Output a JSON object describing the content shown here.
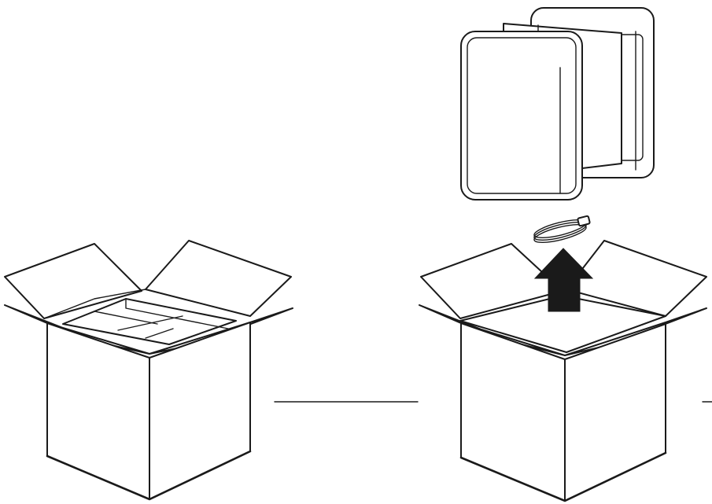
{
  "figure": {
    "background_color": "#ffffff",
    "line_color": "#1a1a1a",
    "arrow_color": "#1a1a1a",
    "steps": [
      {
        "id": "step-1",
        "depicts": "box-open-with-packaging-inside"
      },
      {
        "id": "step-2",
        "depicts": "lift-device-and-cable-out-of-box"
      }
    ],
    "connectors": 2,
    "icons": [
      "open-box-icon",
      "device-in-foam-icon",
      "power-cable-icon",
      "up-arrow-icon"
    ]
  }
}
